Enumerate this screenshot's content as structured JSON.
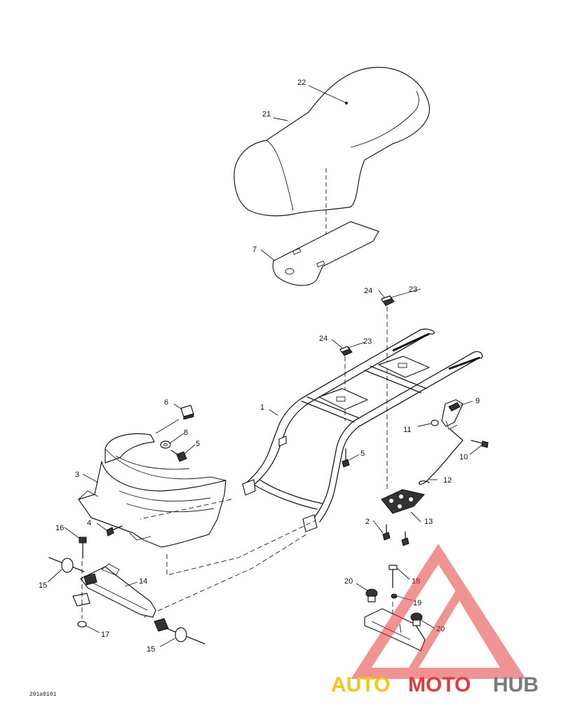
{
  "diagram_code": "291a0101",
  "callouts": [
    {
      "n": "22"
    },
    {
      "n": "21"
    },
    {
      "n": "7"
    },
    {
      "n": "24"
    },
    {
      "n": "23"
    },
    {
      "n": "24"
    },
    {
      "n": "23"
    },
    {
      "n": "1"
    },
    {
      "n": "6"
    },
    {
      "n": "8"
    },
    {
      "n": "5"
    },
    {
      "n": "3"
    },
    {
      "n": "4"
    },
    {
      "n": "5"
    },
    {
      "n": "9"
    },
    {
      "n": "11"
    },
    {
      "n": "10"
    },
    {
      "n": "12"
    },
    {
      "n": "13"
    },
    {
      "n": "2"
    },
    {
      "n": "16"
    },
    {
      "n": "15"
    },
    {
      "n": "14"
    },
    {
      "n": "17"
    },
    {
      "n": "15"
    },
    {
      "n": "20"
    },
    {
      "n": "18"
    },
    {
      "n": "19"
    },
    {
      "n": "20"
    }
  ],
  "watermark": {
    "part1": "AUTO",
    "part2": "MOTO",
    "part3": "HUB",
    "color1": "#f5c518",
    "color2": "#e23b3b",
    "color3": "#7a7a7a",
    "logo_color": "#e23b3b"
  }
}
